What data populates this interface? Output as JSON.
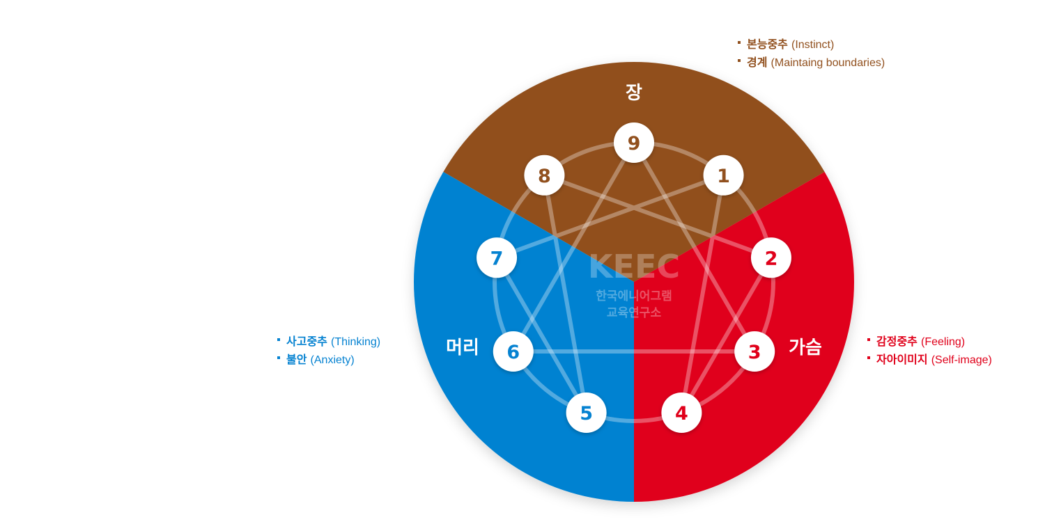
{
  "colors": {
    "gut": "#91501e",
    "head": "#0582d1",
    "heart": "#e0001a",
    "line": "#ffffff"
  },
  "centers": {
    "gut": {
      "label": "장"
    },
    "head": {
      "label": "머리"
    },
    "heart": {
      "label": "가슴"
    }
  },
  "nodes": [
    {
      "num": "9",
      "center": "gut"
    },
    {
      "num": "1",
      "center": "gut"
    },
    {
      "num": "2",
      "center": "heart"
    },
    {
      "num": "3",
      "center": "heart"
    },
    {
      "num": "4",
      "center": "heart"
    },
    {
      "num": "5",
      "center": "head"
    },
    {
      "num": "6",
      "center": "head"
    },
    {
      "num": "7",
      "center": "head"
    },
    {
      "num": "8",
      "center": "gut"
    }
  ],
  "watermark": {
    "logo": "KEEC",
    "line1": "한국에니어그램",
    "line2": "교육연구소"
  },
  "legends": {
    "gut": [
      {
        "kor": "본능중추",
        "eng": "(Instinct)"
      },
      {
        "kor": "경계",
        "eng": "(Maintaing boundaries)"
      }
    ],
    "head": [
      {
        "kor": "사고중추",
        "eng": "(Thinking)"
      },
      {
        "kor": "불안",
        "eng": "(Anxiety)"
      }
    ],
    "heart": [
      {
        "kor": "감정중추",
        "eng": "(Feeling)"
      },
      {
        "kor": "자아이미지",
        "eng": "(Self-image)"
      }
    ]
  }
}
